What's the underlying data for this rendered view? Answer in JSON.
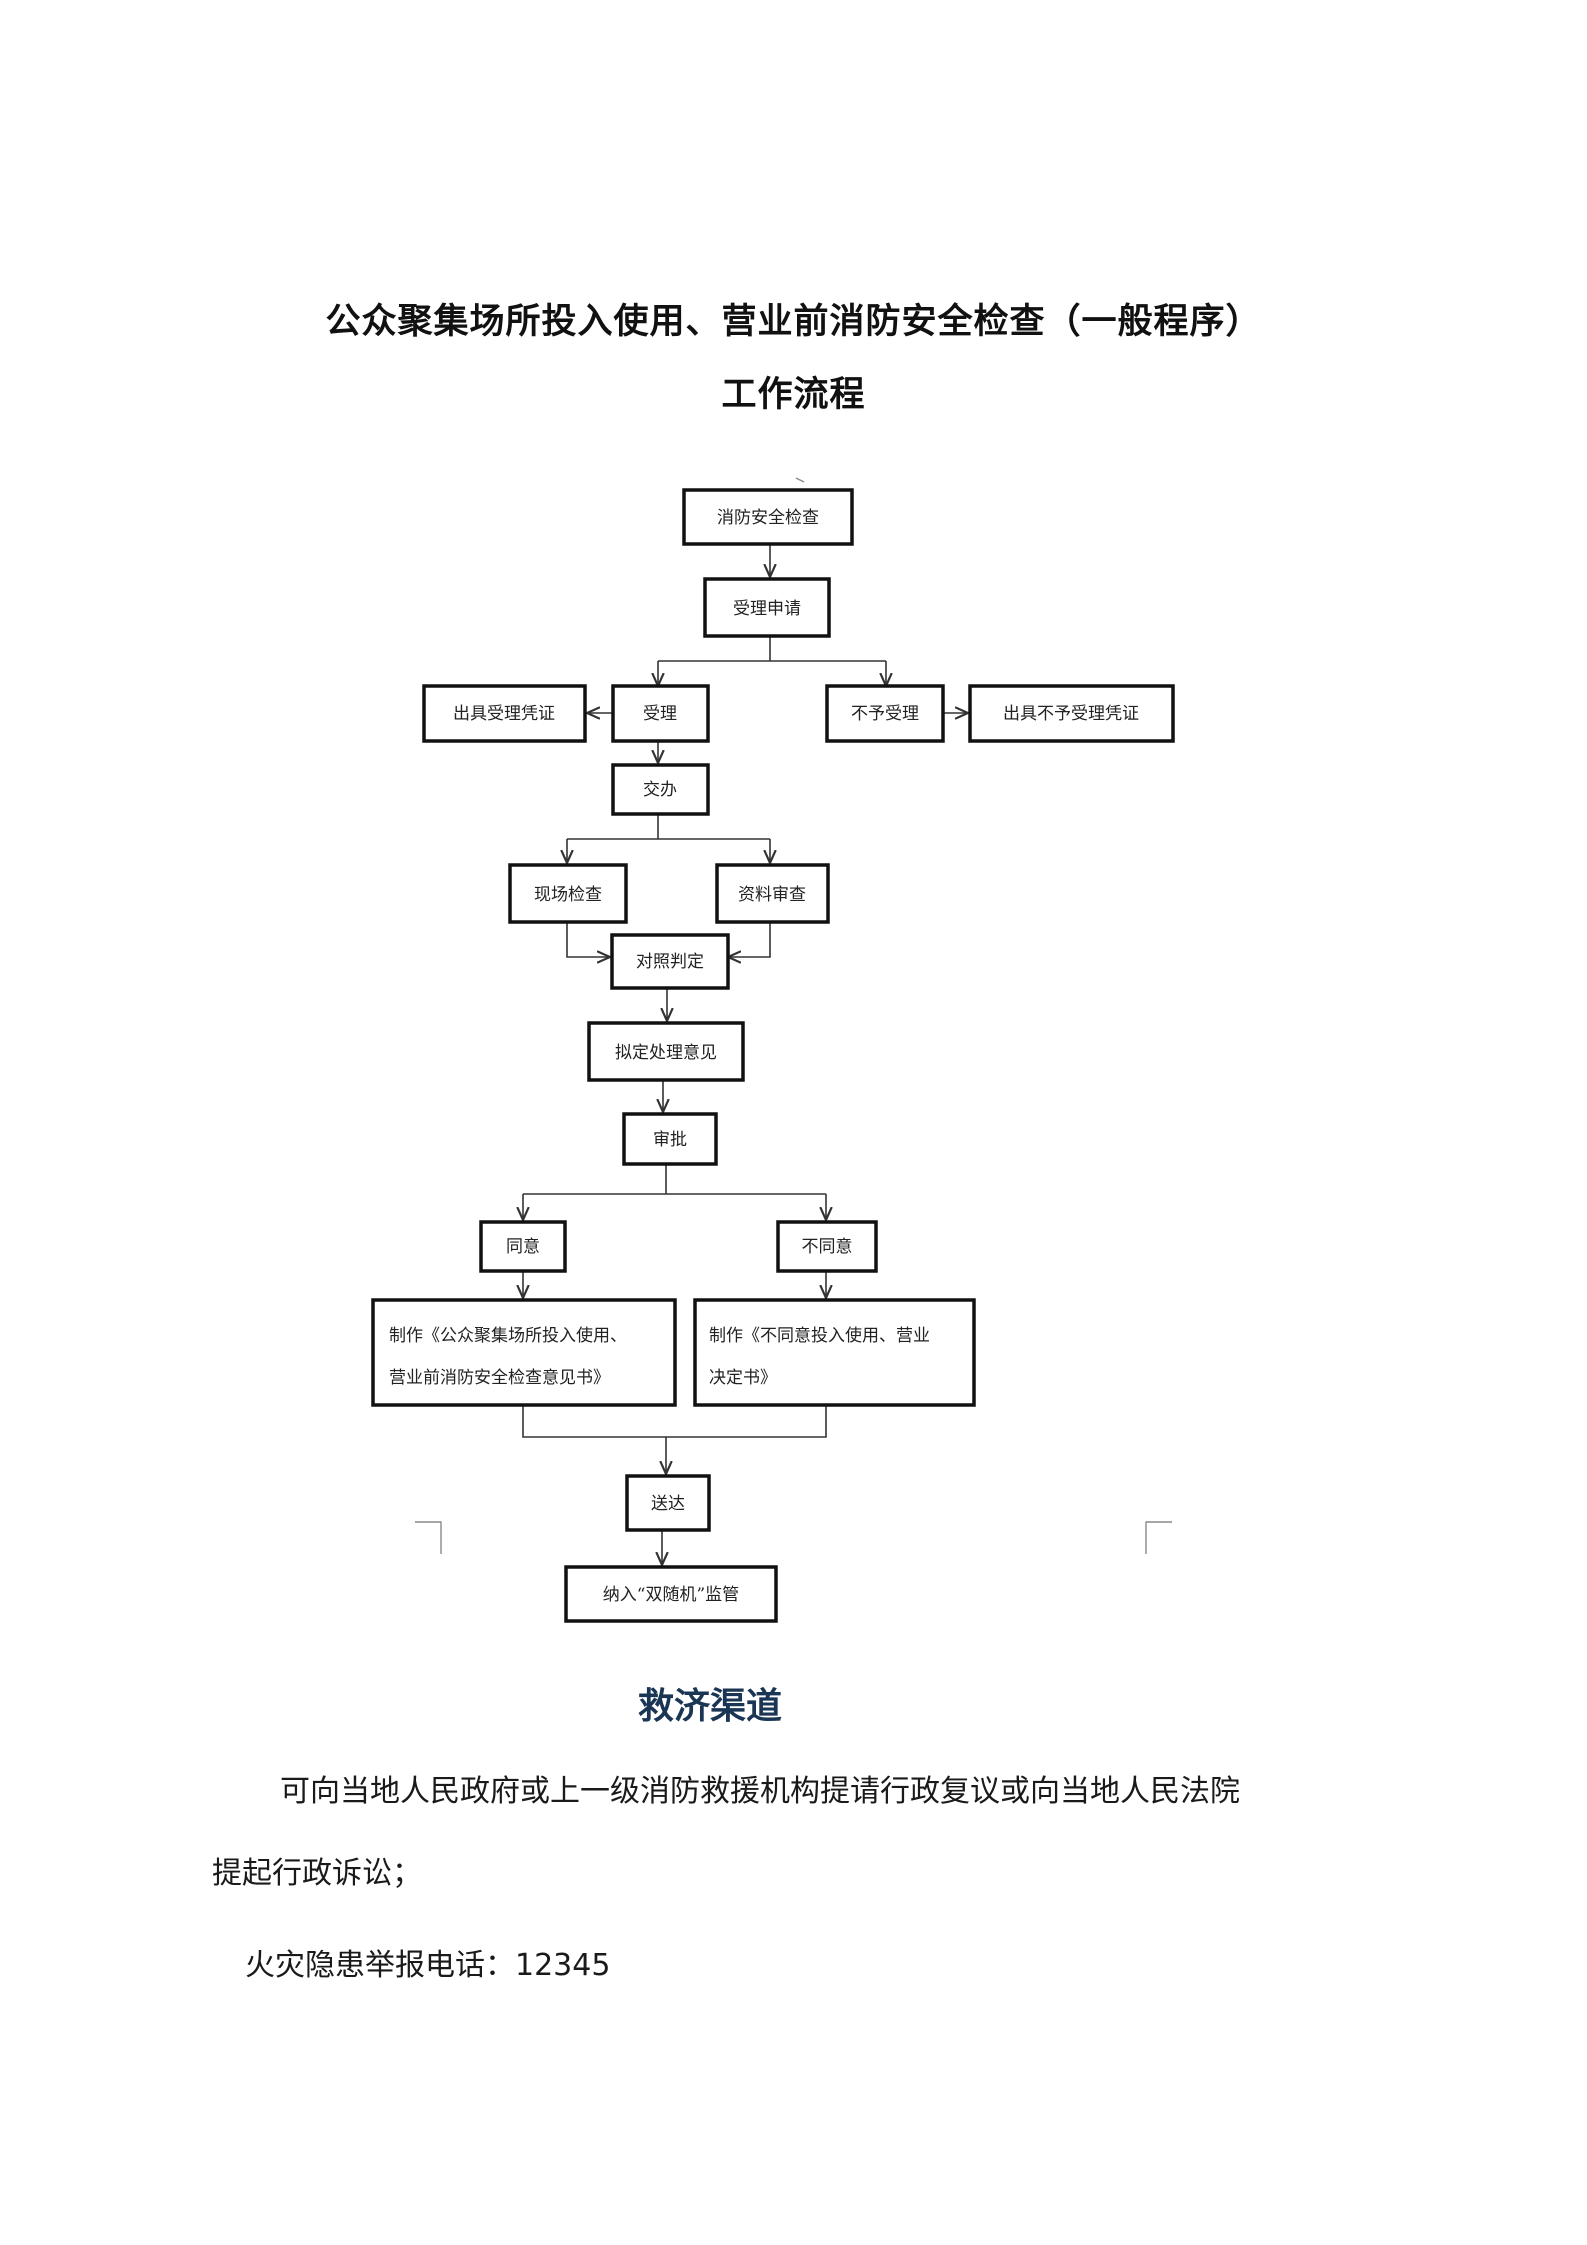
{
  "document": {
    "title_line1": "公众聚集场所投入使用、营业前消防安全检查（一般程序）",
    "title_line2": "工作流程"
  },
  "flowchart": {
    "nodes": {
      "fire_check": "消防安全检查",
      "accept_apply": "受理申请",
      "issue_accept_voucher": "出具受理凭证",
      "accept": "受理",
      "not_accept": "不予受理",
      "issue_not_accept_voucher": "出具不予受理凭证",
      "assign": "交办",
      "site_check": "现场检查",
      "material_review": "资料审查",
      "compare_judge": "对照判定",
      "draft_opinion": "拟定处理意见",
      "approve": "审批",
      "agree": "同意",
      "disagree": "不同意",
      "make_agree_doc_line1": "制作《公众聚集场所投入使用、",
      "make_agree_doc_line2": "营业前消防安全检查意见书》",
      "make_disagree_doc_line1": "制作《不同意投入使用、营业",
      "make_disagree_doc_line2": "决定书》",
      "deliver": "送达",
      "supervision": "纳入“双随机”监管"
    }
  },
  "remedy": {
    "title": "救济渠道",
    "line1": "可向当地人民政府或上一级消防救援机构提请行政复议或向当地人民法院",
    "line2": "提起行政诉讼；",
    "hotline": "火灾隐患举报电话：12345"
  }
}
